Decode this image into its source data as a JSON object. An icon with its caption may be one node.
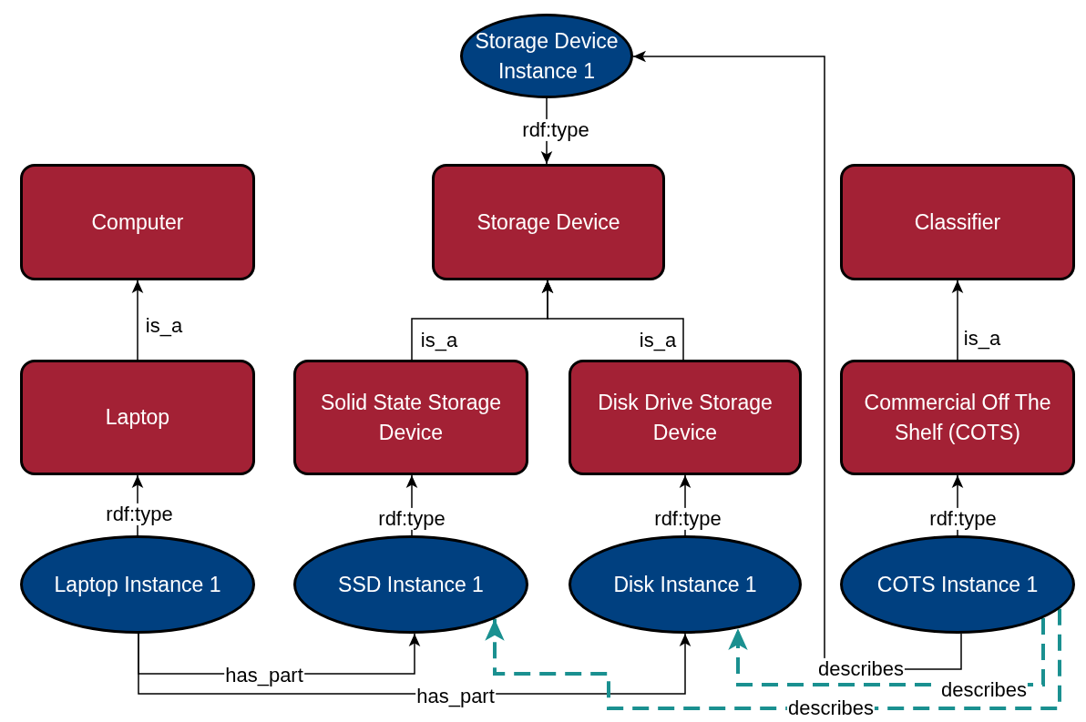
{
  "diagram": {
    "nodes": [
      {
        "text": [
          "Storage Device Instance 1"
        ]
      },
      {
        "text": [
          "Computer"
        ]
      },
      {
        "text": [
          "Storage Device"
        ]
      },
      {
        "text": [
          "Classifier"
        ]
      },
      {
        "text": [
          "Laptop"
        ]
      },
      {
        "text": [
          "Solid State Storage Device"
        ]
      },
      {
        "text": [
          "Disk Drive Storage Device"
        ]
      },
      {
        "text": [
          "Commercial Off The Shelf (COTS)"
        ]
      },
      {
        "text": [
          "Laptop Instance 1"
        ]
      },
      {
        "text": [
          "SSD Instance 1"
        ]
      },
      {
        "text": [
          "Disk Instance 1"
        ]
      },
      {
        "text": [
          "COTS Instance 1"
        ]
      }
    ],
    "edges": [
      {
        "from": 0,
        "to": 2,
        "arrow": "to",
        "label": "rdf:type"
      },
      {
        "from": 4,
        "to": 1,
        "arrow": "to",
        "label": "is_a"
      },
      {
        "from": 5,
        "to": 2,
        "arrow": "to",
        "label": "is_a"
      },
      {
        "from": 6,
        "to": 2,
        "arrow": "to",
        "label": "is_a"
      },
      {
        "from": 7,
        "to": 3,
        "arrow": "to",
        "label": "is_a"
      },
      {
        "from": 8,
        "to": 4,
        "arrow": "to",
        "label": "rdf:type"
      },
      {
        "from": 9,
        "to": 5,
        "arrow": "to",
        "label": "rdf:type"
      },
      {
        "from": 10,
        "to": 6,
        "arrow": "to",
        "label": "rdf:type"
      },
      {
        "from": 11,
        "to": 7,
        "arrow": "to",
        "label": "rdf:type"
      },
      {
        "from": 8,
        "to": 9,
        "arrow": "to",
        "label": "has_part"
      },
      {
        "from": 8,
        "to": 10,
        "arrow": "to",
        "label": "has_part"
      },
      {
        "from": 11,
        "to": 0,
        "arrow": "to",
        "label": "describes"
      },
      {
        "from": 11,
        "to": 10,
        "arrow": "to",
        "label": "describes",
        "style": "dashed",
        "color": "#1a9090"
      },
      {
        "from": 11,
        "to": 9,
        "arrow": "to",
        "label": "describes",
        "style": "dashed",
        "color": "#1a9090"
      }
    ]
  }
}
